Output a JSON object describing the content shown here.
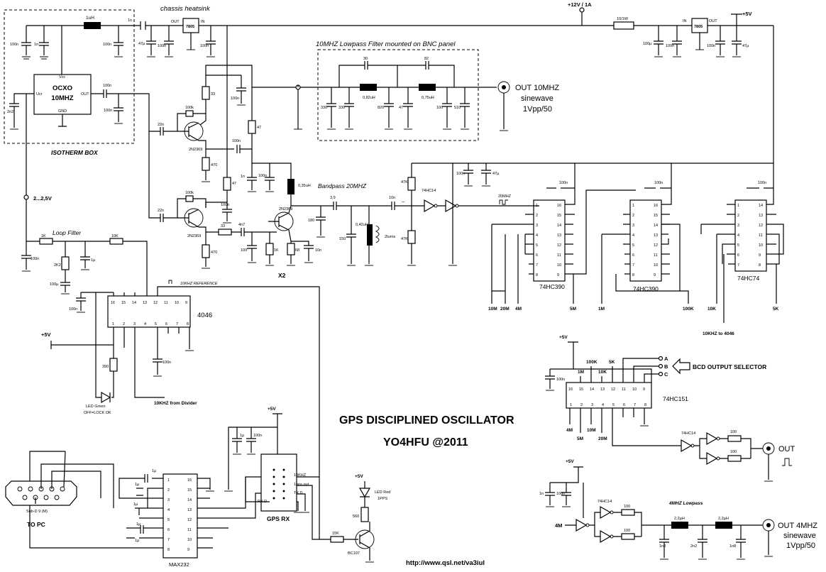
{
  "title": "GPS DISCIPLINED OSCILLATOR",
  "author": "YO4HFU @2011",
  "url": "http://www.qsl.net/va3iul",
  "power": {
    "main": "+12V / 1A",
    "plus5": "+5V",
    "regulator_in": "IN",
    "regulator_out": "OUT"
  },
  "isotherm": {
    "label": "ISOTHERM BOX",
    "chassis": "chassis heatsink",
    "ocxo_line1": "OCXO",
    "ocxo_line2": "10MHZ",
    "ocxo_vcc": "Vcc",
    "ocxo_ucr": "Ucr",
    "ocxo_out": "OUT",
    "ocxo_gnd": "GND",
    "reg": "7805",
    "c1": "100n",
    "c2": "1n",
    "l1": "1uH",
    "c3": "100n",
    "c4": "1n",
    "c5": "47µ",
    "c6": "100n",
    "c7": "100n",
    "c8": "2n2",
    "c9": "100n",
    "c10": "100n",
    "ctrl_voltage": "2...2,5V"
  },
  "supply12": {
    "res": "10/1W",
    "reg": "7805",
    "c1": "100µ",
    "c2": "100n",
    "c3": "100n",
    "c4": "47µ"
  },
  "lowpass10": {
    "label": "10MHZ Lowpass Filter mounted on BNC panel",
    "c_top1": "30",
    "c_top2": "82",
    "l1": "0,82uH",
    "l2": "0,75uH",
    "caps": [
      "330",
      "330",
      "820",
      "47",
      "100",
      "510"
    ],
    "out_line1": "OUT  10MHZ",
    "out_line2": "sinewave",
    "out_line3": "1Vpp/50"
  },
  "multiplier": {
    "r33a": "33",
    "r100k_a": "100k",
    "c22n_a": "22n",
    "q1": "2N2369",
    "r470a": "470",
    "c100n_a": "100n",
    "c100n_b": "100n",
    "r47a": "47",
    "r100k_b": "100k",
    "c22n_b": "22n",
    "q2": "2N2369",
    "r470b": "470",
    "r47b": "47",
    "c100n_c": "100n",
    "r33b": "33",
    "c4n7": "4n7",
    "x2": "X2",
    "c1n": "1n",
    "c100n_d": "100n",
    "l035": "0,35uH"
  },
  "bandpass20": {
    "label": "Bandpass 20MHZ",
    "c39": "3,9",
    "c180": "180",
    "c150": "150",
    "l042": "0,42uH",
    "turns": "2turns",
    "q3": "2N2369",
    "c100": "100",
    "r1k": "1K",
    "r68": "68",
    "c10n": "10n",
    "c10n_b": "10n",
    "r47k_a": "47K",
    "r47k_b": "47K",
    "sine": "~",
    "inv": "74HC14",
    "c100n": "100n",
    "c47u": "47µ",
    "sq": "20MHZ"
  },
  "hc390a": {
    "name": "74HC390",
    "c100n": "100n",
    "left_pins": [
      "1",
      "2",
      "3",
      "4",
      "5",
      "6",
      "7",
      "8"
    ],
    "right_pins": [
      "16",
      "15",
      "14",
      "13",
      "12",
      "11",
      "10",
      "9"
    ],
    "outs": [
      "10M",
      "20M",
      "4M",
      "5M"
    ]
  },
  "hc390b": {
    "name": "74HC390",
    "c100n": "100n",
    "left_pins": [
      "1",
      "2",
      "3",
      "4",
      "5",
      "6",
      "7",
      "8"
    ],
    "right_pins": [
      "16",
      "15",
      "14",
      "13",
      "12",
      "11",
      "10",
      "9"
    ],
    "outs": [
      "1M",
      "100K"
    ]
  },
  "hc74": {
    "name": "74HC74",
    "c100n": "100n",
    "left_pins": [
      "1",
      "2",
      "3",
      "4",
      "5",
      "6",
      "7"
    ],
    "right_pins": [
      "14",
      "13",
      "12",
      "11",
      "10",
      "9",
      "8"
    ],
    "outs": [
      "10K",
      "5K"
    ],
    "to4046": "10KHZ to 4046"
  },
  "pll": {
    "loopfilter": "Loop Filter",
    "r1k": "1K",
    "r10k": "10K",
    "r2k2": "2K2",
    "c1u": "1µ",
    "c100u": "100µ",
    "c100n_a": "100n",
    "c100n_b": "100n",
    "c100n_c": "100n",
    "r390": "390",
    "chip": "4046",
    "top_pins": [
      "16",
      "15",
      "14",
      "13",
      "12",
      "11",
      "10",
      "9"
    ],
    "bot_pins": [
      "1",
      "2",
      "3",
      "4",
      "5",
      "6",
      "7",
      "8"
    ],
    "ref": "10KHZ REFERENCE",
    "plus5": "+5V",
    "led_line1": "LED Green",
    "led_line2": "OFF=LOCK OK",
    "from_div": "10KHZ from Divider"
  },
  "selector": {
    "plus5": "+5V",
    "c100n": "100n",
    "top_pins": [
      "16",
      "15",
      "14",
      "13",
      "12",
      "11",
      "10",
      "9"
    ],
    "bot_pins": [
      "1",
      "2",
      "3",
      "4",
      "5",
      "6",
      "7",
      "8"
    ],
    "top_labels": [
      "1M",
      "100K",
      "10K",
      "5K"
    ],
    "bot_labels": [
      "4M",
      "5M",
      "10M",
      "20M"
    ],
    "chip": "74HC151",
    "abc": [
      "A",
      "B",
      "C"
    ],
    "bcd": "BCD OUTPUT SELECTOR",
    "inv": "74HC14",
    "r1": "100",
    "r2": "100",
    "out": "OUT"
  },
  "lp4": {
    "plus5": "+5V",
    "c1n": "1n",
    "c100n": "100n",
    "inv": "74HC14",
    "r1": "100",
    "r2": "100",
    "label": "4MHZ Lowpass",
    "l1": "2,2µH",
    "l2": "2,2µH",
    "c1": "1n8",
    "c2": "2n2",
    "c3": "1n8",
    "in": "4M",
    "out_line1": "OUT 4MHZ",
    "out_line2": "sinewave",
    "out_line3": "1Vpp/50"
  },
  "rs232": {
    "plus5": "+5V",
    "c1u_a": "1µ",
    "c100n": "100n",
    "chip": "MAX232",
    "left_pins": [
      "1",
      "2",
      "3",
      "4",
      "5",
      "6",
      "7",
      "8"
    ],
    "right_pins": [
      "16",
      "15",
      "14",
      "13",
      "12",
      "11",
      "10",
      "9"
    ],
    "caps": [
      "1µ",
      "1µ",
      "1µ",
      "1µ",
      "1µ"
    ],
    "db9": "Sub-D 9 (M)",
    "topc": "TO PC",
    "gps": "GPS RX",
    "gps_10k": "10KHZ",
    "gps_1pps": "1pps out",
    "gps_tx": "TX D",
    "gps_rx": "RX D",
    "r15k": "15K",
    "bc": "BC107",
    "r560": "560",
    "led_line1": "LED Red",
    "led_line2": "1PPS",
    "plus5b": "+5V"
  }
}
